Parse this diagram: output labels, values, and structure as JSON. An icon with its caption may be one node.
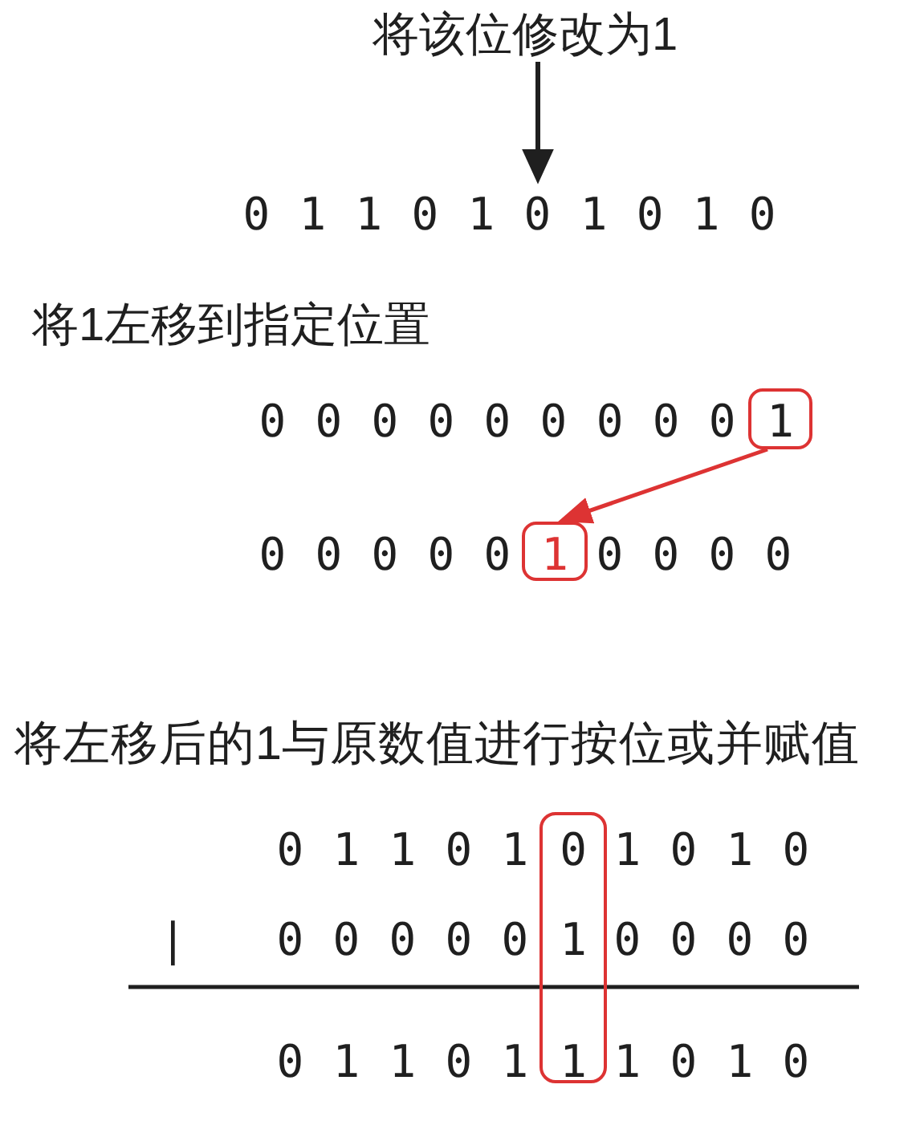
{
  "diagram": {
    "nodes": [
      {
        "text": [
          "将该位修改为1"
        ]
      },
      {
        "text": [
          "0 1 1 0 1 0 1 0 1 0"
        ]
      },
      {
        "text": [
          "1"
        ]
      },
      {
        "text": [
          "1"
        ]
      },
      {
        "text": [
          "0",
          "1",
          "1"
        ]
      }
    ],
    "edges": [
      {
        "from": 0,
        "to": 1,
        "arrow": "to"
      },
      {
        "from": 2,
        "to": 3,
        "arrow": "to",
        "color": "#dd3333"
      }
    ],
    "labels": [
      "将1左移到指定位置",
      "0 0 0 0 0 0 0 0 0",
      "0 0 0 0 0",
      "0 0 0 0",
      "将左移后的1与原数值进行按位或并赋值",
      "0 1 1 0 1",
      "1 0 1 0",
      "|",
      "0 0 0 0 0",
      "0 0 0 0",
      "0 1 1 0 1",
      "1 0 1 0"
    ]
  }
}
